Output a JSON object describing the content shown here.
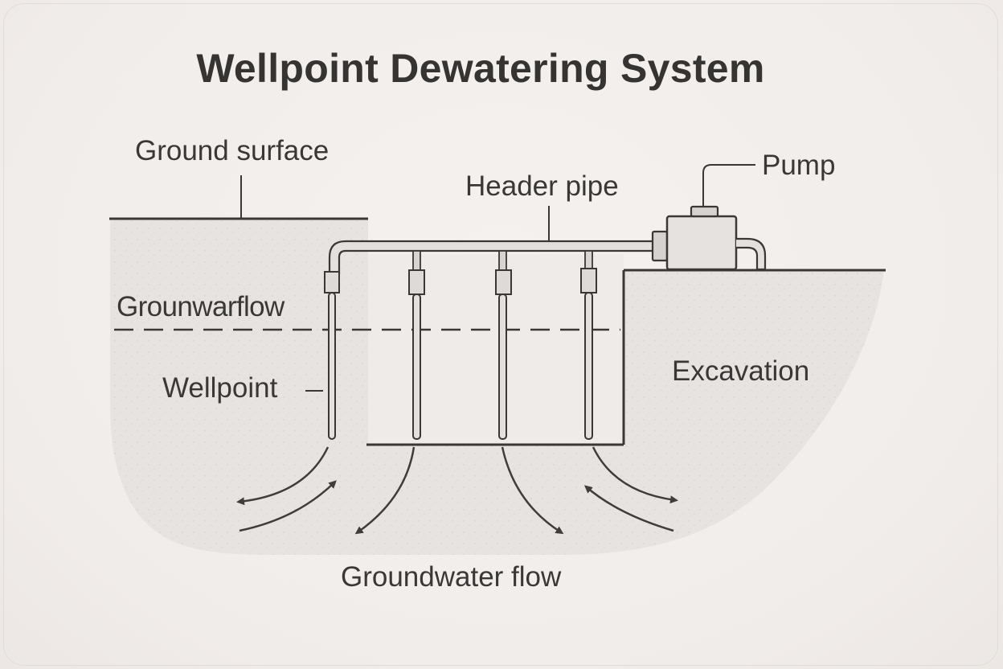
{
  "title": "Wellpoint Dewatering System",
  "labels": {
    "ground_surface": "Ground surface",
    "header_pipe": "Header pipe",
    "pump": "Pump",
    "groundwater_level": "Grounwarflow",
    "wellpoint": "Wellpoint",
    "excavation": "Excavation",
    "groundwater_flow": "Groundwater flow"
  },
  "components": {
    "wellpoint_count": 4,
    "flow_arrow_count": 6
  },
  "colors": {
    "paper": "#f2eeec",
    "soil": "#e6e2df",
    "ink": "#3a3836",
    "pipe_fill": "#dedad7"
  }
}
